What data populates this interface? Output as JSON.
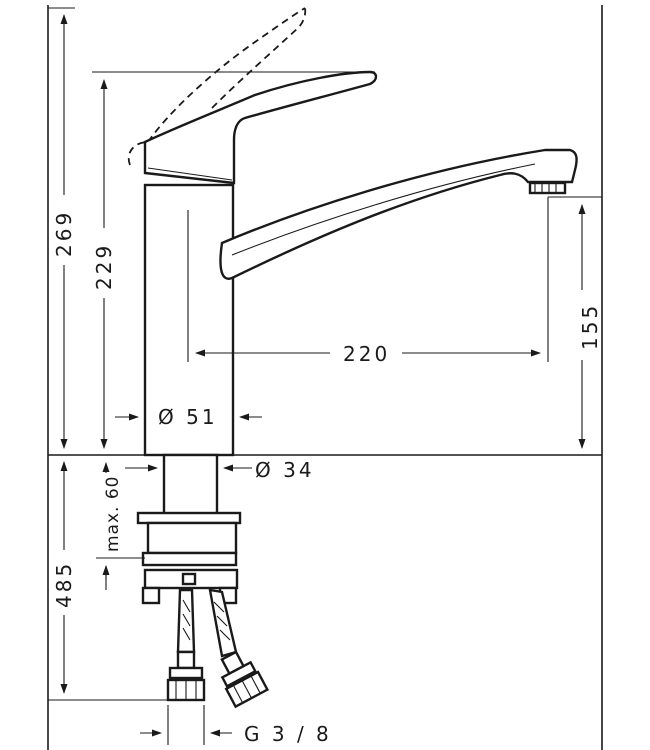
{
  "dimensions": {
    "height_total": "269",
    "height_lever": "229",
    "spout_height": "155",
    "spout_reach": "220",
    "body_diameter": "Ø 51",
    "shank_diameter": "Ø 34",
    "max_thickness": "max. 60",
    "hose_length": "485",
    "connection_thread": "G 3 / 8"
  }
}
